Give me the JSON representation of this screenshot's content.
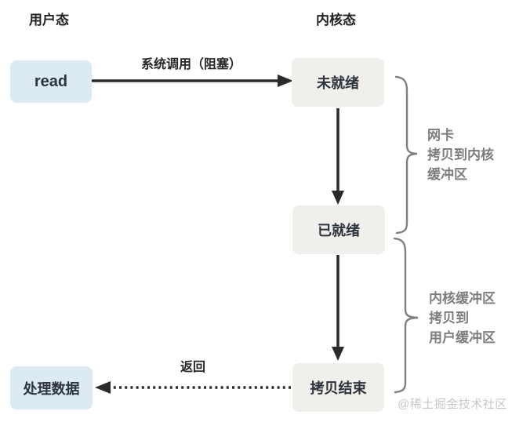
{
  "columns": {
    "user_mode": "用户态",
    "kernel_mode": "内核态"
  },
  "nodes": {
    "read": "read",
    "not_ready": "未就绪",
    "ready": "已就绪",
    "copy_done": "拷贝结束",
    "process_data": "处理数据"
  },
  "edges": {
    "syscall": {
      "label": "系统调用（阻塞）",
      "style": "solid-arrow"
    },
    "nic_copy": {
      "label": "",
      "style": "solid-arrow"
    },
    "kernel_copy": {
      "label": "",
      "style": "solid-arrow"
    },
    "return": {
      "label": "返回",
      "style": "dotted-arrow"
    }
  },
  "annotations": {
    "nic": {
      "lines": [
        "网卡",
        "拷贝到内核",
        "缓冲区"
      ]
    },
    "buffer": {
      "lines": [
        "内核缓冲区",
        "拷贝到",
        "用户缓冲区"
      ]
    }
  },
  "watermark": "@稀土掘金技术社区",
  "colors": {
    "background": "#ffffff",
    "user_node_bg": "#dcebf2",
    "kernel_node_bg": "#f0efeb",
    "node_text": "#2d333c",
    "arrow": "#2b2b2b",
    "annotation_text": "#7d7d7d",
    "brace": "#7f7f7f",
    "watermark": "#c7c7c7"
  }
}
